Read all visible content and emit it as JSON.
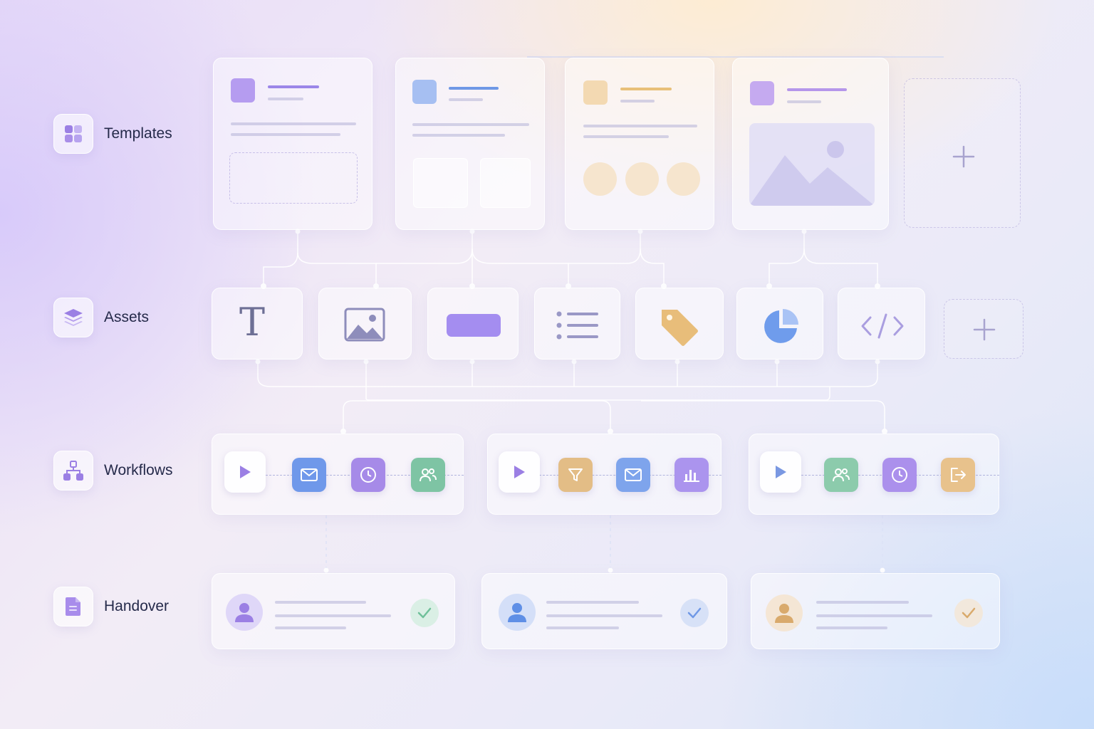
{
  "rows": {
    "templates": {
      "label": "Templates",
      "icon": "grid-icon"
    },
    "assets": {
      "label": "Assets",
      "icon": "layers-icon"
    },
    "workflows": {
      "label": "Workflows",
      "icon": "hierarchy-icon"
    },
    "handover": {
      "label": "Handover",
      "icon": "document-icon"
    }
  },
  "templates": [
    {
      "accent": "#b59cf0",
      "accent_bar": "#9b86e8",
      "layout": "dashed-block"
    },
    {
      "accent": "#a6bff2",
      "accent_bar": "#6f98e6",
      "layout": "two-blocks"
    },
    {
      "accent": "#f3d9b2",
      "accent_bar": "#e8c079",
      "layout": "three-circles"
    },
    {
      "accent": "#c5aaf0",
      "accent_bar": "#b596ea",
      "layout": "image"
    }
  ],
  "assets": [
    {
      "icon": "text-icon",
      "glyph": "T"
    },
    {
      "icon": "image-icon"
    },
    {
      "icon": "button-icon"
    },
    {
      "icon": "list-icon"
    },
    {
      "icon": "tag-icon"
    },
    {
      "icon": "pie-chart-icon"
    },
    {
      "icon": "code-icon"
    }
  ],
  "workflows": [
    {
      "steps": [
        {
          "icon": "play-icon",
          "color": "#ffffff"
        },
        {
          "icon": "mail-icon",
          "color": "#6f98ea"
        },
        {
          "icon": "clock-icon",
          "color": "#a68ae8"
        },
        {
          "icon": "users-icon",
          "color": "#7ec4a4"
        }
      ]
    },
    {
      "steps": [
        {
          "icon": "play-icon",
          "color": "#ffffff"
        },
        {
          "icon": "filter-icon",
          "color": "#e3bd86"
        },
        {
          "icon": "mail-icon",
          "color": "#7ea4ec"
        },
        {
          "icon": "bar-chart-icon",
          "color": "#ab94ee"
        }
      ]
    },
    {
      "steps": [
        {
          "icon": "play-icon",
          "color": "#ffffff"
        },
        {
          "icon": "users-icon",
          "color": "#8ccbac"
        },
        {
          "icon": "clock-icon",
          "color": "#ab90ec"
        },
        {
          "icon": "exit-icon",
          "color": "#e8c28c"
        }
      ]
    }
  ],
  "handover": [
    {
      "avatar_color": "#9b7fe4",
      "check_color": "#6fc09a"
    },
    {
      "avatar_color": "#5f8fe6",
      "check_color": "#6f98e6"
    },
    {
      "avatar_color": "#d9aa6c",
      "check_color": "#d9aa6c"
    }
  ],
  "colors": {
    "connector": "#ffffff",
    "label_text": "#252a4a",
    "accent_purple": "#9b7fe4"
  }
}
